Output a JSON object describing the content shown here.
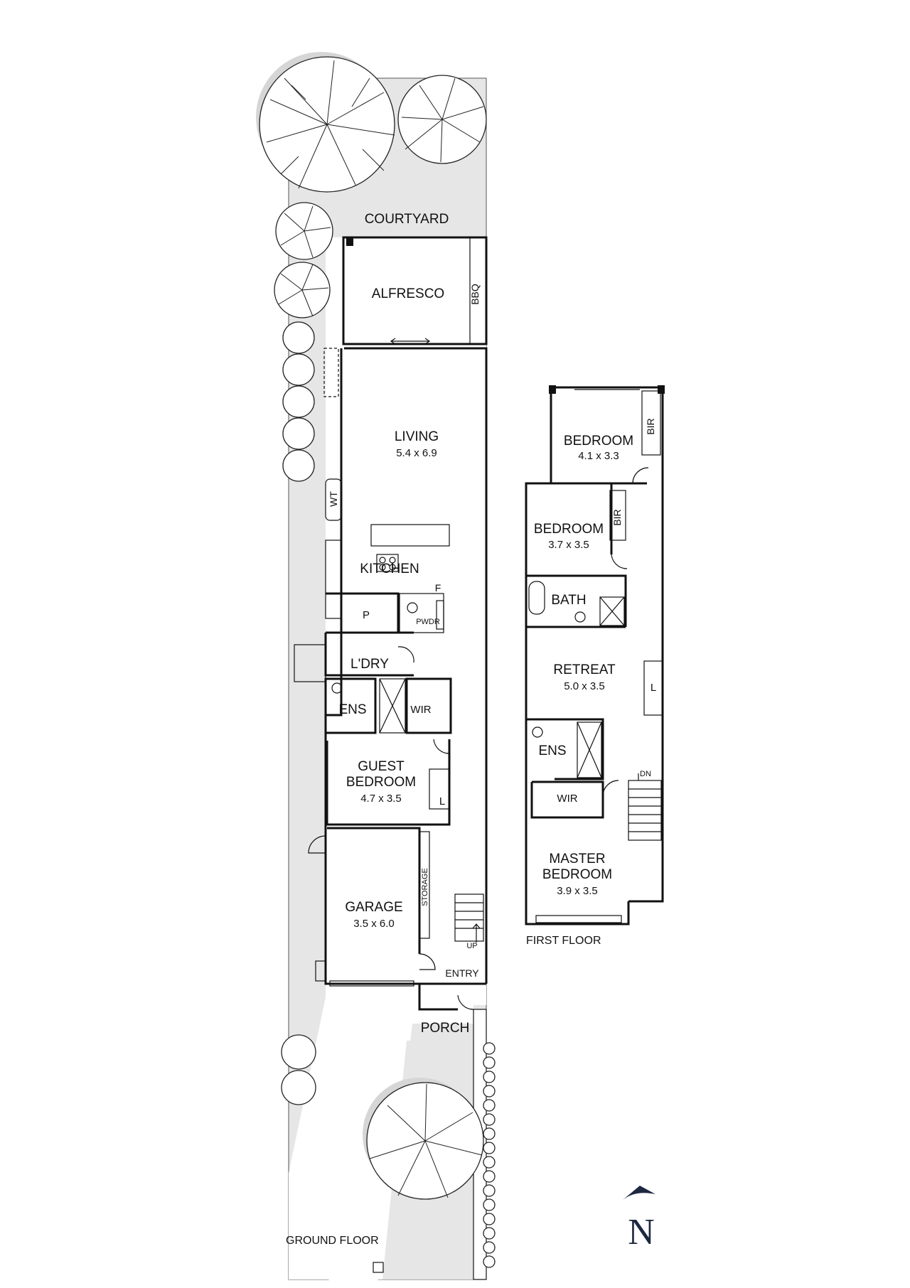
{
  "ground_floor": {
    "caption": "GROUND FLOOR",
    "rooms": {
      "courtyard": "COURTYARD",
      "alfresco": "ALFRESCO",
      "bbq": "BBQ",
      "living": "LIVING",
      "living_dim": "5.4 x 6.9",
      "wt": "WT",
      "kitchen": "KITCHEN",
      "pantry": "P",
      "fridge": "F",
      "powder": "PWDR",
      "laundry": "L'DRY",
      "ensuite": "ENS",
      "wir": "WIR",
      "guest_line1": "GUEST",
      "guest_line2": "BEDROOM",
      "guest_dim": "4.7 x 3.5",
      "linen": "L",
      "garage": "GARAGE",
      "garage_dim": "3.5 x 6.0",
      "storage": "STORAGE",
      "up": "UP",
      "entry": "ENTRY",
      "porch": "PORCH"
    }
  },
  "first_floor": {
    "caption": "FIRST FLOOR",
    "rooms": {
      "bedroom1": "BEDROOM",
      "bedroom1_dim": "4.1 x 3.3",
      "bir1": "BIR",
      "bedroom2": "BEDROOM",
      "bedroom2_dim": "3.7 x 3.5",
      "bir2": "BIR",
      "bath": "BATH",
      "retreat": "RETREAT",
      "retreat_dim": "5.0 x 3.5",
      "linen": "L",
      "ensuite": "ENS",
      "wir": "WIR",
      "dn": "DN",
      "master_line1": "MASTER",
      "master_line2": "BEDROOM",
      "master_dim": "3.9 x 3.5"
    }
  },
  "north_label": "N",
  "colors": {
    "ink": "#111111",
    "yard": "#e6e6e6",
    "north": "#1d2840"
  },
  "icons": [
    "tree-icon",
    "north-arrow-icon",
    "door-swing-icon",
    "stair-icon"
  ]
}
